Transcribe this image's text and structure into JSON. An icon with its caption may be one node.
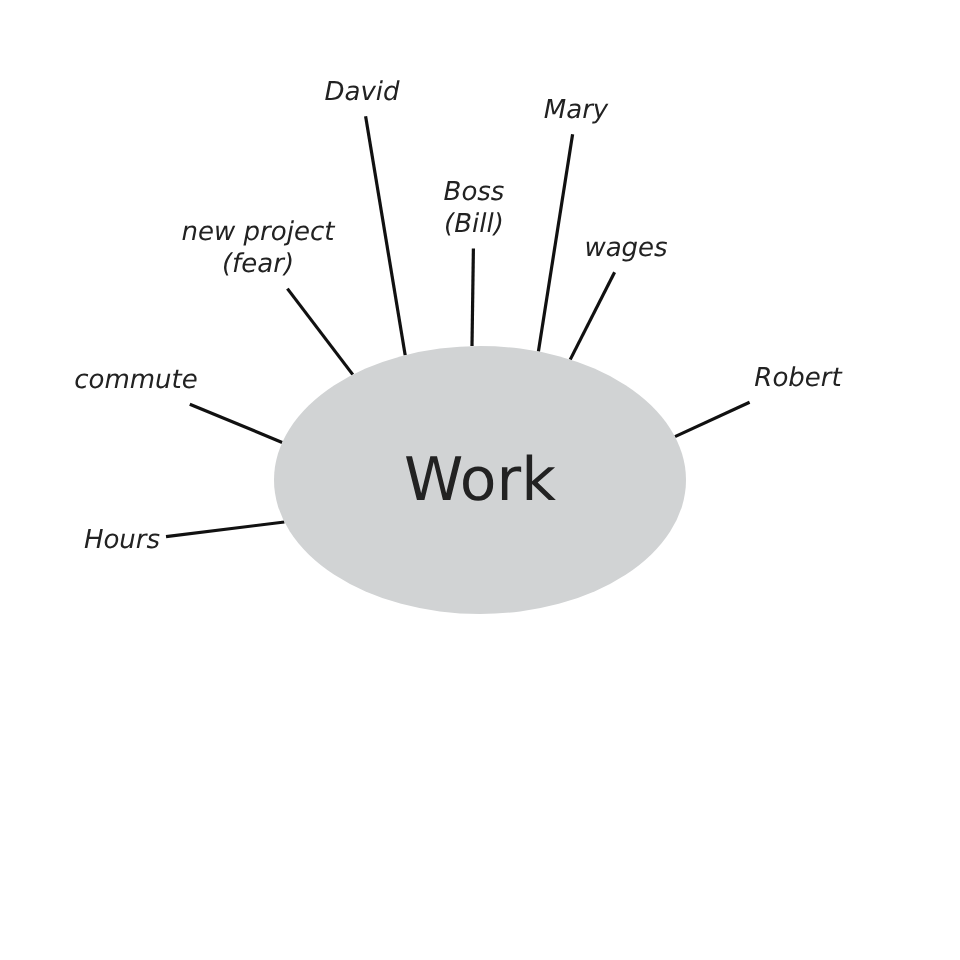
{
  "diagram": {
    "nodes": [
      {
        "text": [
          "Work"
        ]
      },
      {
        "text": [
          "David"
        ]
      },
      {
        "text": [
          "Mary"
        ]
      },
      {
        "text": [
          "Boss (Bill)"
        ]
      },
      {
        "text": [
          "new project (fear)"
        ]
      },
      {
        "text": [
          "wages"
        ]
      },
      {
        "text": [
          "commute"
        ]
      },
      {
        "text": [
          "Robert"
        ]
      },
      {
        "text": [
          "Hours"
        ]
      }
    ],
    "edges": [
      {
        "from": 0,
        "to": 1,
        "arrow": "none"
      },
      {
        "from": 0,
        "to": 2,
        "arrow": "none"
      },
      {
        "from": 0,
        "to": 3,
        "arrow": "none"
      },
      {
        "from": 0,
        "to": 4,
        "arrow": "none"
      },
      {
        "from": 0,
        "to": 5,
        "arrow": "none"
      },
      {
        "from": 0,
        "to": 6,
        "arrow": "none"
      },
      {
        "from": 0,
        "to": 7,
        "arrow": "none"
      },
      {
        "from": 0,
        "to": 8,
        "arrow": "none"
      }
    ]
  }
}
